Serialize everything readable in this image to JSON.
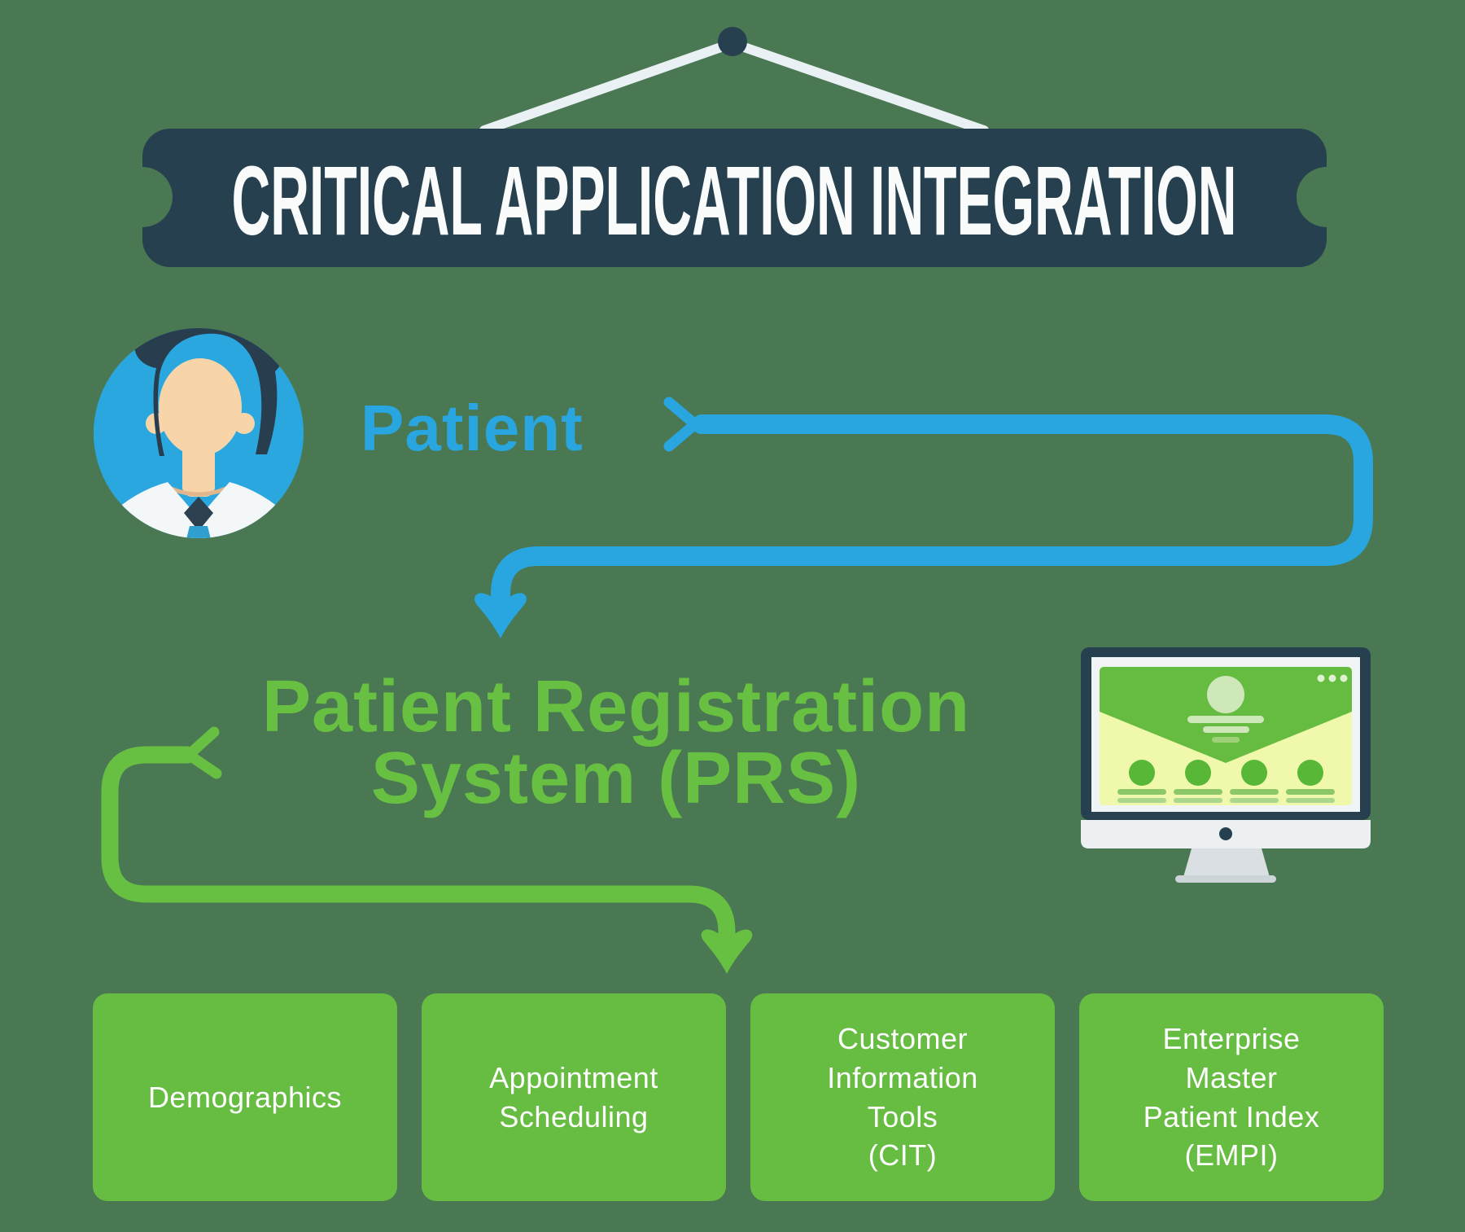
{
  "banner": {
    "title": "CRITICAL APPLICATION INTEGRATION"
  },
  "flow": {
    "patient_label": "Patient",
    "prs_line1": "Patient Registration",
    "prs_line2": "System (PRS)"
  },
  "modules": [
    {
      "lines": [
        "Demographics"
      ]
    },
    {
      "lines": [
        "Appointment",
        "Scheduling"
      ]
    },
    {
      "lines": [
        "Customer",
        "Information",
        "Tools",
        "(CIT)"
      ]
    },
    {
      "lines": [
        "Enterprise",
        "Master",
        "Patient Index",
        "(EMPI)"
      ]
    }
  ],
  "icons": {
    "hanging_pin": "hanging-pin-dot",
    "patient_avatar": "patient-avatar",
    "monitor": "computer-monitor-illustration",
    "blue_arrow": "patient-to-prs-arrow",
    "green_arrow": "prs-to-modules-arrow"
  },
  "colors": {
    "background": "#4a7852",
    "banner_navy": "#26404f",
    "banner_text": "#fafcfc",
    "string_white": "#e9f1f4",
    "accent_blue": "#29a5df",
    "avatar_blue": "#2ba7e0",
    "accent_green": "#68c043",
    "box_green": "#66bd42",
    "screen_light": "#f0f9ab",
    "screen_green": "#65bc40",
    "screen_light_green": "#cfe8ba",
    "skin": "#f8d4a9",
    "hair_navy": "#283d4e",
    "shirt_white": "#f4f7f8",
    "tie_blue": "#2f9fd0",
    "monitor_gray": "#ecf0f2",
    "stand_gray": "#d9dfe2"
  }
}
